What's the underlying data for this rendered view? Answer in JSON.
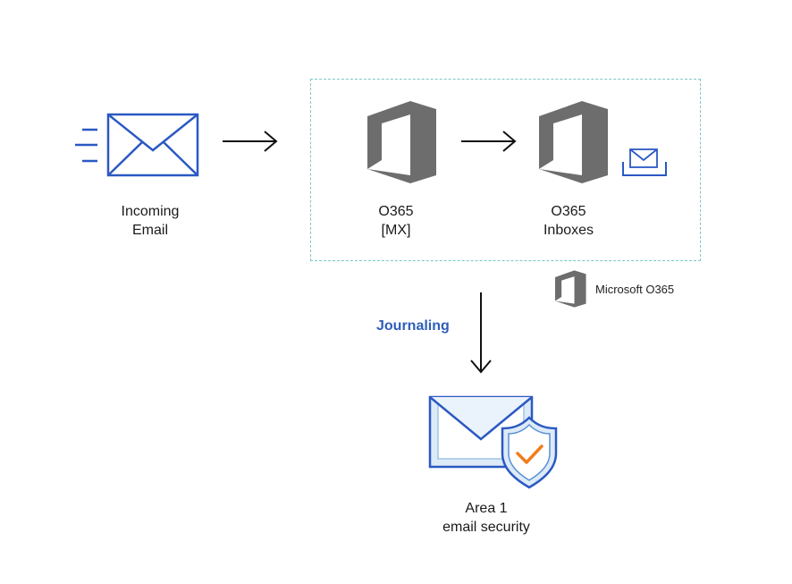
{
  "nodes": {
    "incoming": "Incoming\nEmail",
    "mx": "O365\n[MX]",
    "inboxes": "O365\nInboxes",
    "area1": "Area 1\nemail security"
  },
  "edge_label": "Journaling",
  "brand_label": "Microsoft O365",
  "colors": {
    "envelope_blue": "#2b59c3",
    "office_gray": "#6d6d6d",
    "dashed_border": "#7cc7c7",
    "journaling_text": "#2e5fb8",
    "shield_check": "#f07d1a",
    "envelope_fill": "#dcebf7"
  },
  "icons": [
    "speed-lines-icon",
    "envelope-icon",
    "office-logo-icon",
    "small-envelope-icon",
    "secure-envelope-icon",
    "shield-check-icon"
  ]
}
